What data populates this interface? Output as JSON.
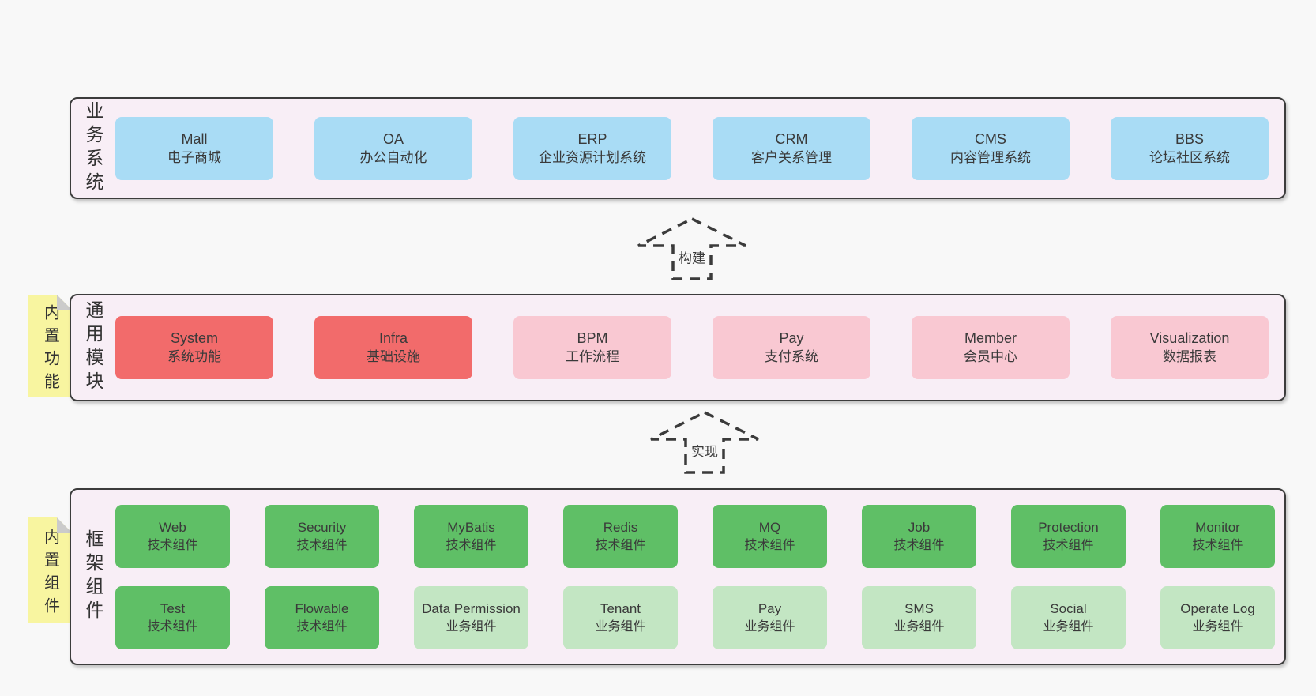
{
  "colors": {
    "page_bg": "#f8f8f8",
    "tier_bg": "#f8eef6",
    "tier_border": "#3c3c3c",
    "text": "#3a3a3a",
    "blue": "#a9dcf5",
    "red": "#f26b6b",
    "pink": "#f9c8d2",
    "green": "#5fbf66",
    "light_green": "#c3e6c3",
    "note_bg": "#f8f5a0",
    "note_fold": "#cbcbcb"
  },
  "arrows": {
    "build": "构建",
    "implement": "实现"
  },
  "tiers": {
    "business": {
      "label": "业务系统",
      "boxes": [
        {
          "en": "Mall",
          "zh": "电子商城",
          "variant": "blue"
        },
        {
          "en": "OA",
          "zh": "办公自动化",
          "variant": "blue"
        },
        {
          "en": "ERP",
          "zh": "企业资源计划系统",
          "variant": "blue"
        },
        {
          "en": "CRM",
          "zh": "客户关系管理",
          "variant": "blue"
        },
        {
          "en": "CMS",
          "zh": "内容管理系统",
          "variant": "blue"
        },
        {
          "en": "BBS",
          "zh": "论坛社区系统",
          "variant": "blue"
        }
      ]
    },
    "modules": {
      "label": "通用模块",
      "note": "内置功能",
      "boxes": [
        {
          "en": "System",
          "zh": "系统功能",
          "variant": "red"
        },
        {
          "en": "Infra",
          "zh": "基础设施",
          "variant": "red"
        },
        {
          "en": "BPM",
          "zh": "工作流程",
          "variant": "pink"
        },
        {
          "en": "Pay",
          "zh": "支付系统",
          "variant": "pink"
        },
        {
          "en": "Member",
          "zh": "会员中心",
          "variant": "pink"
        },
        {
          "en": "Visualization",
          "zh": "数据报表",
          "variant": "pink"
        }
      ]
    },
    "components": {
      "label": "框架组件",
      "note": "内置组件",
      "row1": [
        {
          "en": "Web",
          "zh": "技术组件",
          "variant": "green"
        },
        {
          "en": "Security",
          "zh": "技术组件",
          "variant": "green"
        },
        {
          "en": "MyBatis",
          "zh": "技术组件",
          "variant": "green"
        },
        {
          "en": "Redis",
          "zh": "技术组件",
          "variant": "green"
        },
        {
          "en": "MQ",
          "zh": "技术组件",
          "variant": "green"
        },
        {
          "en": "Job",
          "zh": "技术组件",
          "variant": "green"
        },
        {
          "en": "Protection",
          "zh": "技术组件",
          "variant": "green"
        },
        {
          "en": "Monitor",
          "zh": "技术组件",
          "variant": "green"
        }
      ],
      "row2": [
        {
          "en": "Test",
          "zh": "技术组件",
          "variant": "green"
        },
        {
          "en": "Flowable",
          "zh": "技术组件",
          "variant": "green"
        },
        {
          "en": "Data Permission",
          "zh": "业务组件",
          "variant": "light"
        },
        {
          "en": "Tenant",
          "zh": "业务组件",
          "variant": "light"
        },
        {
          "en": "Pay",
          "zh": "业务组件",
          "variant": "light"
        },
        {
          "en": "SMS",
          "zh": "业务组件",
          "variant": "light"
        },
        {
          "en": "Social",
          "zh": "业务组件",
          "variant": "light"
        },
        {
          "en": "Operate Log",
          "zh": "业务组件",
          "variant": "light"
        }
      ]
    }
  }
}
